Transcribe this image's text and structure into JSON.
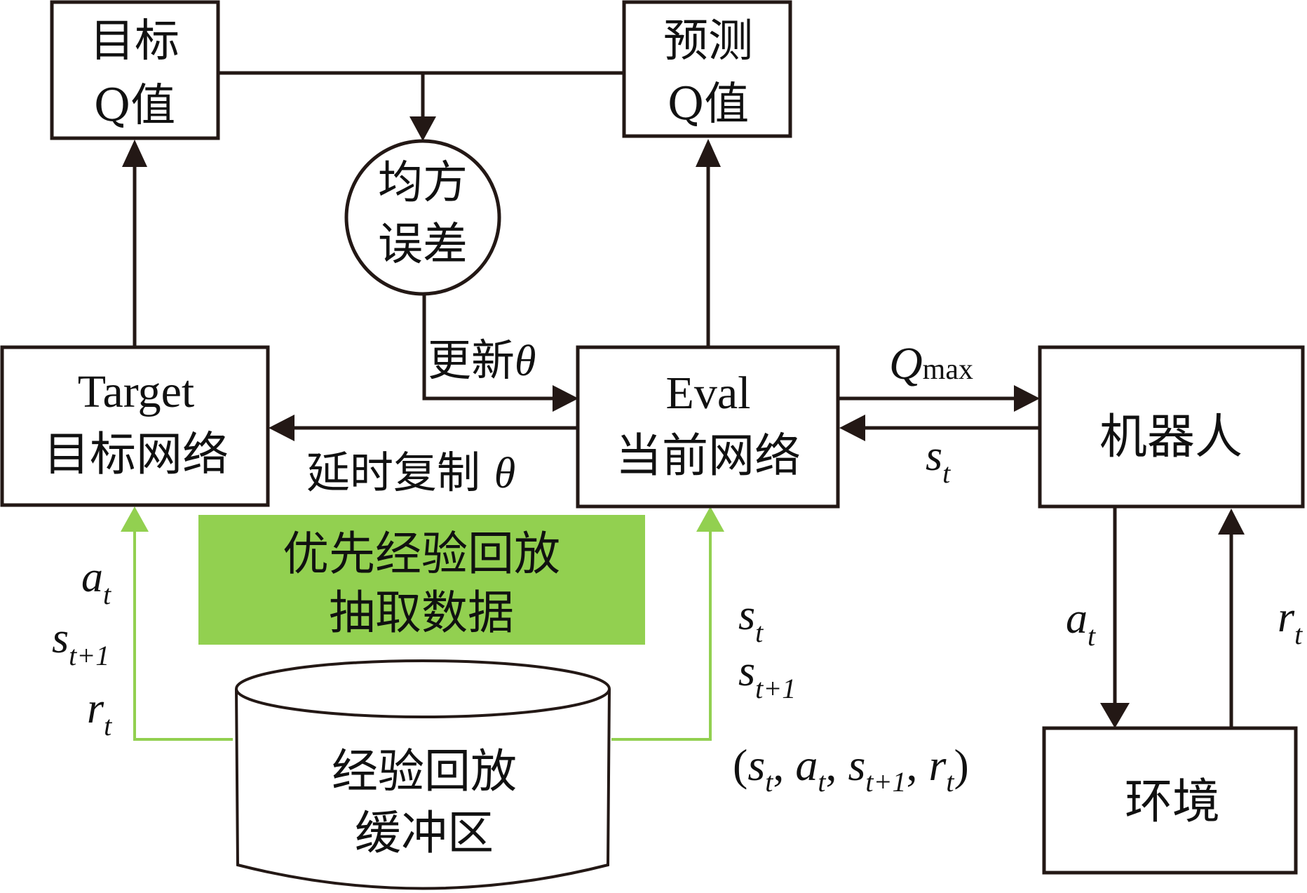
{
  "colors": {
    "stroke": "#231815",
    "highlight": "#92D050",
    "text": "#111111",
    "background": "#ffffff"
  },
  "nodes": {
    "target_q": {
      "line1": "目标",
      "line2": "Q值"
    },
    "predicted_q": {
      "line1": "预测",
      "line2": "Q值"
    },
    "mse": {
      "line1": "均方",
      "line2": "误差"
    },
    "target_net": {
      "line1": "Target",
      "line2": "目标网络"
    },
    "eval_net": {
      "line1": "Eval",
      "line2": "当前网络"
    },
    "robot": {
      "label": "机器人"
    },
    "environment": {
      "label": "环境"
    },
    "per": {
      "line1": "优先经验回放",
      "line2": "抽取数据"
    },
    "replay_buffer": {
      "line1": "经验回放",
      "line2": "缓冲区"
    }
  },
  "edge_labels": {
    "update_theta": {
      "text": "更新",
      "symbol": "θ"
    },
    "delay_copy_theta": {
      "text": "延时复制 ",
      "symbol": "θ"
    },
    "q_max": {
      "base": "Q",
      "sub": "max"
    },
    "robot_to_eval_state": {
      "base": "s",
      "sub": "t"
    },
    "robot_to_env_action": {
      "base": "a",
      "sub": "t"
    },
    "env_to_robot_reward": {
      "base": "r",
      "sub": "t"
    },
    "to_target_net": [
      {
        "base": "a",
        "sub": "t"
      },
      {
        "base": "s",
        "sub": "t+1"
      },
      {
        "base": "r",
        "sub": "t"
      }
    ],
    "to_eval_net": [
      {
        "base": "s",
        "sub": "t"
      },
      {
        "base": "s",
        "sub": "t+1"
      }
    ],
    "transition_tuple": {
      "open": "(",
      "items": [
        {
          "base": "s",
          "sub": "t"
        },
        {
          "base": "a",
          "sub": "t"
        },
        {
          "base": "s",
          "sub": "t+1"
        },
        {
          "base": "r",
          "sub": "t"
        }
      ],
      "separator": ", ",
      "close": ")"
    }
  }
}
